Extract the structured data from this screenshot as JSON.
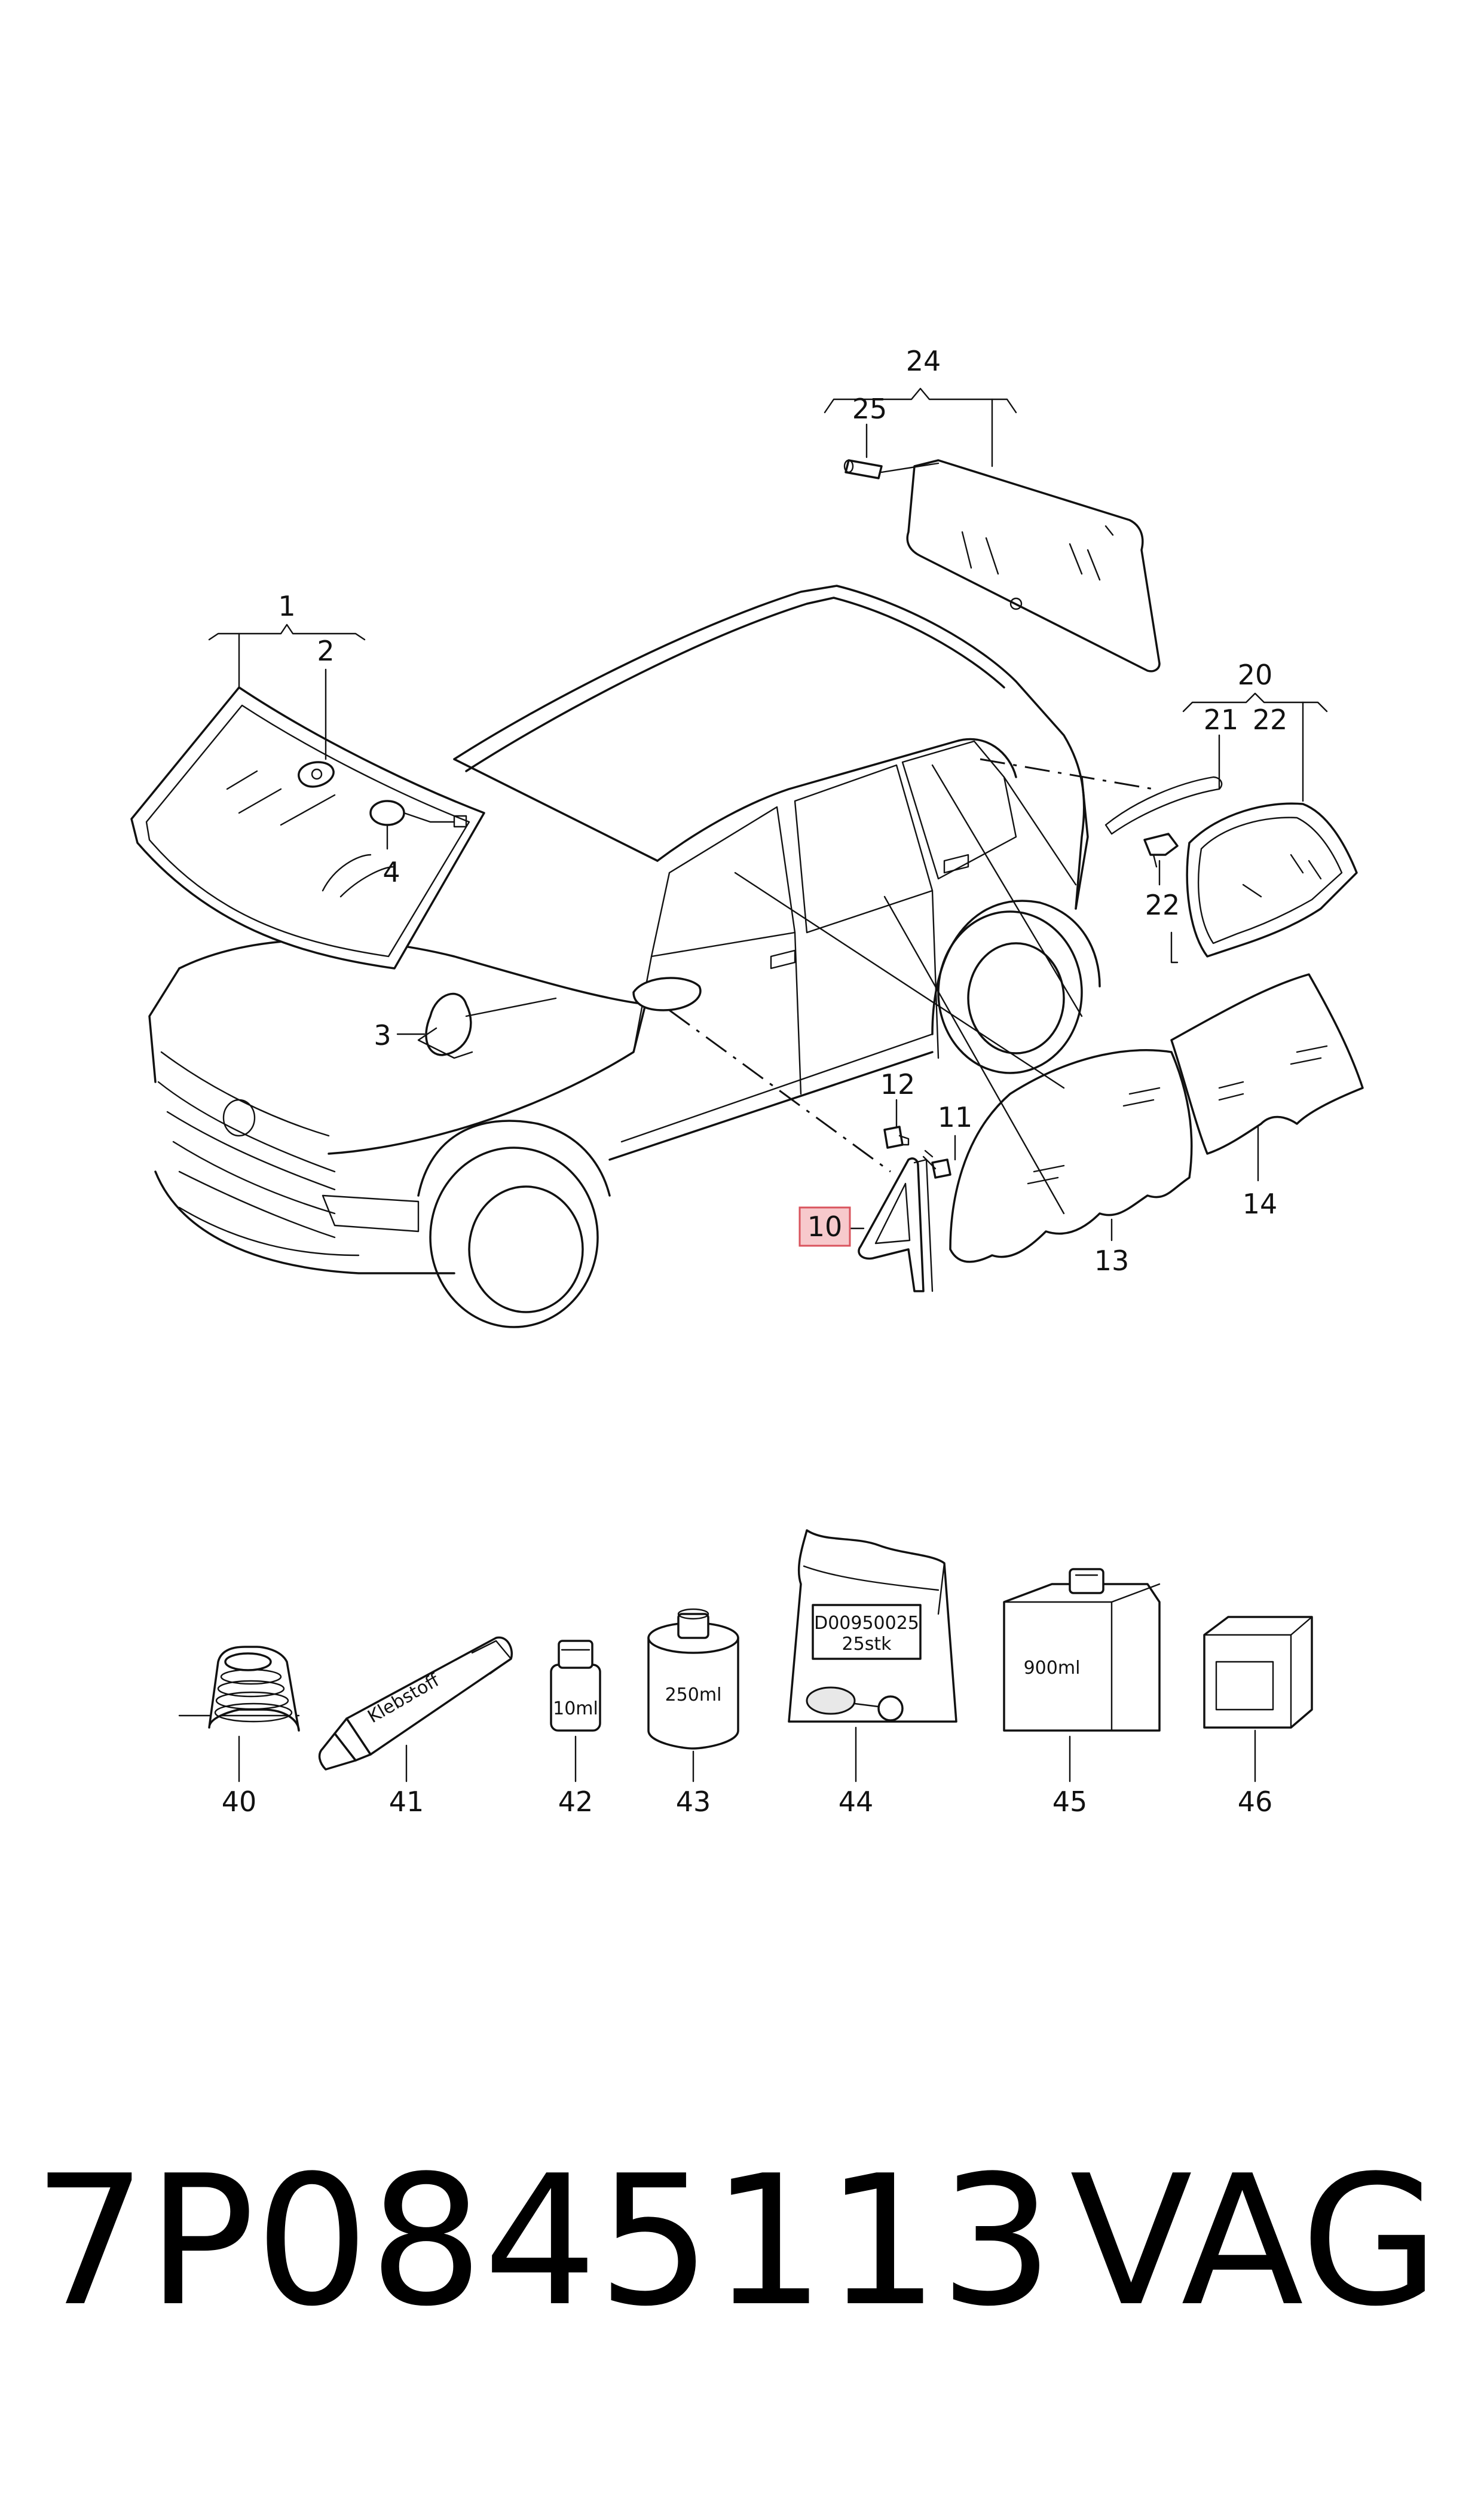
{
  "callouts": {
    "c1": "1",
    "c2": "2",
    "c3": "3",
    "c4": "4",
    "c10": "10",
    "c11": "11",
    "c12": "12",
    "c13": "13",
    "c14": "14",
    "c20": "20",
    "c21": "21",
    "c22a": "22",
    "c22b": "22",
    "c24": "24",
    "c25": "25",
    "c40": "40",
    "c41": "41",
    "c42": "42",
    "c43": "43",
    "c44": "44",
    "c45": "45",
    "c46": "46"
  },
  "highlighted_callout": "10",
  "highlight_color": "#f7c9cc",
  "labels": {
    "tube": "Klebstoff",
    "bottle_small": "10ml",
    "can": "250ml",
    "bag_line1": "D00950025",
    "bag_line2": "25stk",
    "canister": "900ml"
  },
  "footer": {
    "part_number": "7P0845113",
    "brand": "VAG"
  }
}
